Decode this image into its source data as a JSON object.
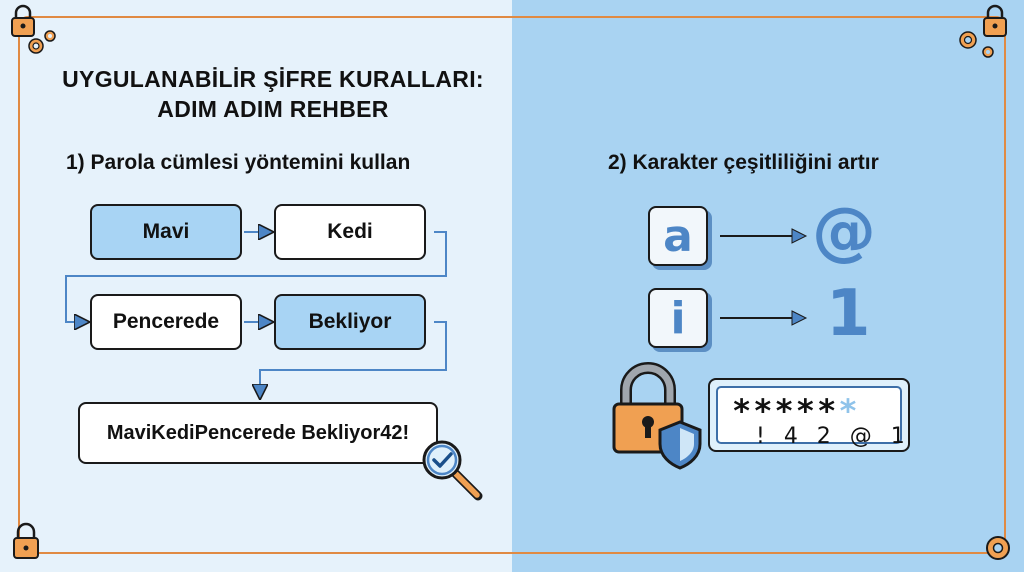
{
  "title": {
    "line1": "UYGULANABİLİR ŞİFRE KURALLARI:",
    "line2": "ADIM ADIM REHBER"
  },
  "section1": {
    "heading": "1) Parola cümlesi yöntemini kullan",
    "words": [
      "Mavi",
      "Kedi",
      "Pencerede",
      "Bekliyor"
    ],
    "result": "MaviKediPencerede Bekliyor42!"
  },
  "section2": {
    "heading": "2) Karakter çeşitliliğini artır",
    "substitutions": [
      {
        "from": "a",
        "to": "@"
      },
      {
        "from": "i",
        "to": "1"
      }
    ],
    "password_mask": "*****",
    "password_chars": "! 4 2 @ 1"
  },
  "icons": [
    "lock-icon",
    "gear-icon",
    "magnifier-check-icon",
    "padlock-shield-icon",
    "arrow-right-icon"
  ],
  "colors": {
    "accent": "#e08a43",
    "blue": "#a8d4f4",
    "dark_blue": "#4d86c6",
    "left_bg": "#e6f2fb",
    "right_bg": "#a9d3f2"
  }
}
